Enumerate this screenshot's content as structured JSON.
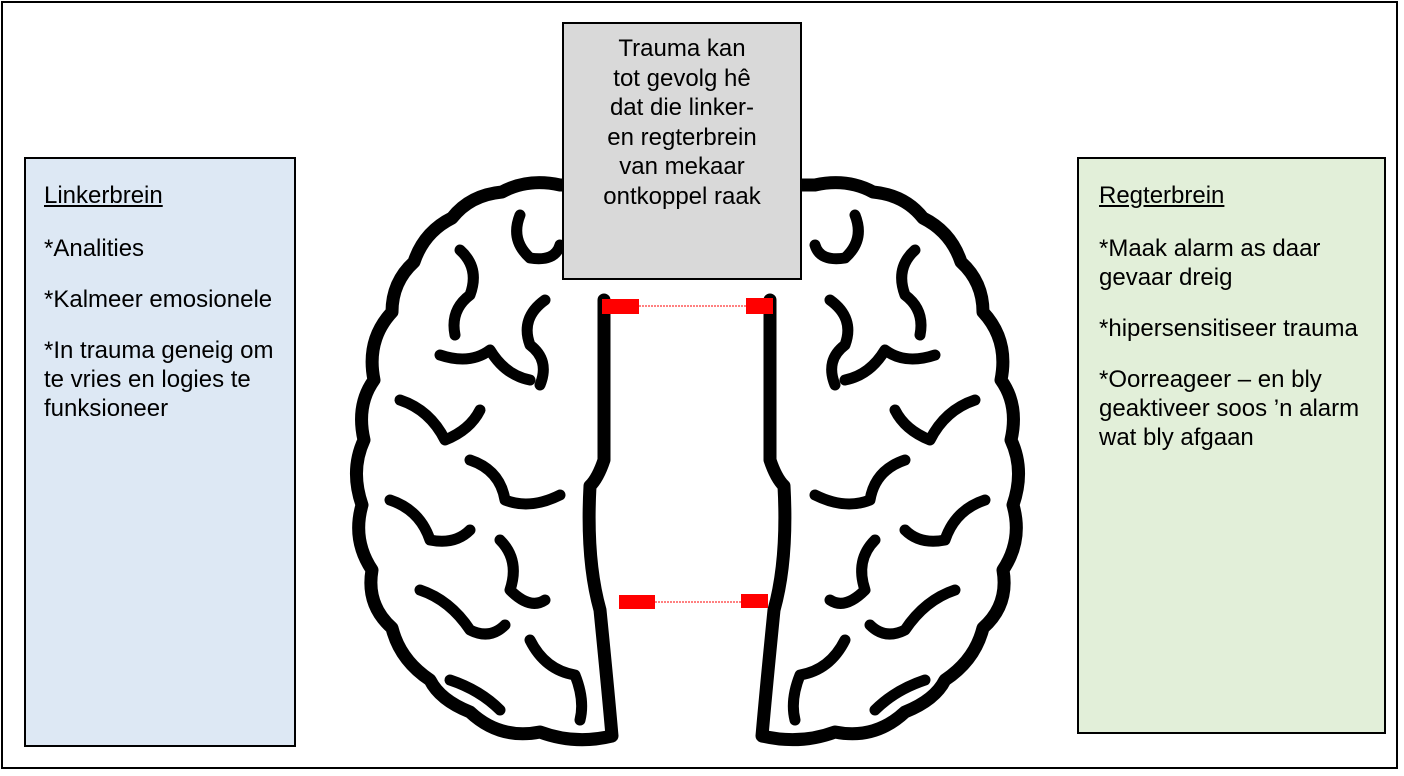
{
  "left_panel": {
    "heading": "Linkerbrein",
    "items": [
      "*Analities",
      "*Kalmeer emosionele",
      "*In trauma geneig om te vries en logies te funksioneer"
    ]
  },
  "right_panel": {
    "heading": "Regterbrein",
    "items": [
      "*Maak alarm as daar gevaar dreig",
      "*hipersensitiseer trauma",
      "*Oorreageer – en bly geaktiveer soos ’n alarm wat bly afgaan"
    ]
  },
  "callout": {
    "lines": [
      "Trauma kan",
      "tot gevolg hê",
      "dat die linker-",
      "en regterbrein",
      "van mekaar",
      "ontkoppel raak"
    ]
  },
  "colors": {
    "left_panel_bg": "#dde8f4",
    "right_panel_bg": "#e2efd9",
    "callout_bg": "#d9d9d9",
    "connector": "#ff0000",
    "brain_outline": "#000000"
  },
  "icons": {
    "brain": "brain-icon"
  }
}
